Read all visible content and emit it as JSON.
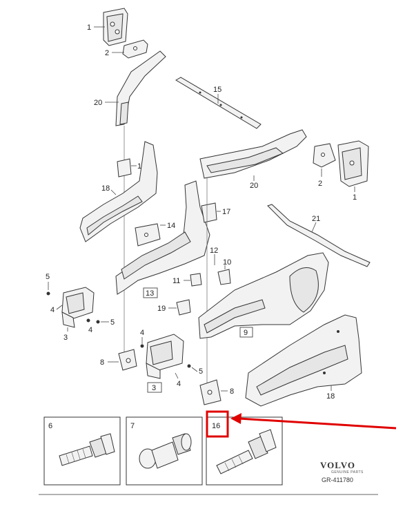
{
  "labels": {
    "l1a": "1",
    "l2a": "2",
    "l20a": "20",
    "l15": "15",
    "l17a": "17",
    "l18a": "18",
    "l14": "14",
    "l17b": "17",
    "l20b": "20",
    "l2b": "2",
    "l1b": "1",
    "l21": "21",
    "l12": "12",
    "l10": "10",
    "l11": "11",
    "l13": "13",
    "l19": "19",
    "l9": "9",
    "l5a": "5",
    "l4a": "4",
    "l3a": "3",
    "l4b": "4",
    "l5b": "5",
    "l4c": "4",
    "l8a": "8",
    "l5c": "5",
    "l4d": "4",
    "l3b": "3",
    "l8b": "8",
    "l18b": "18"
  },
  "fastener_panels": [
    {
      "label": "6"
    },
    {
      "label": "7"
    },
    {
      "label": "16"
    }
  ],
  "brand": {
    "logo_text": "VOLVO",
    "tagline": "GENUINE PARTS",
    "reference": "GR-411780"
  },
  "colors": {
    "highlight": "#e00000"
  }
}
